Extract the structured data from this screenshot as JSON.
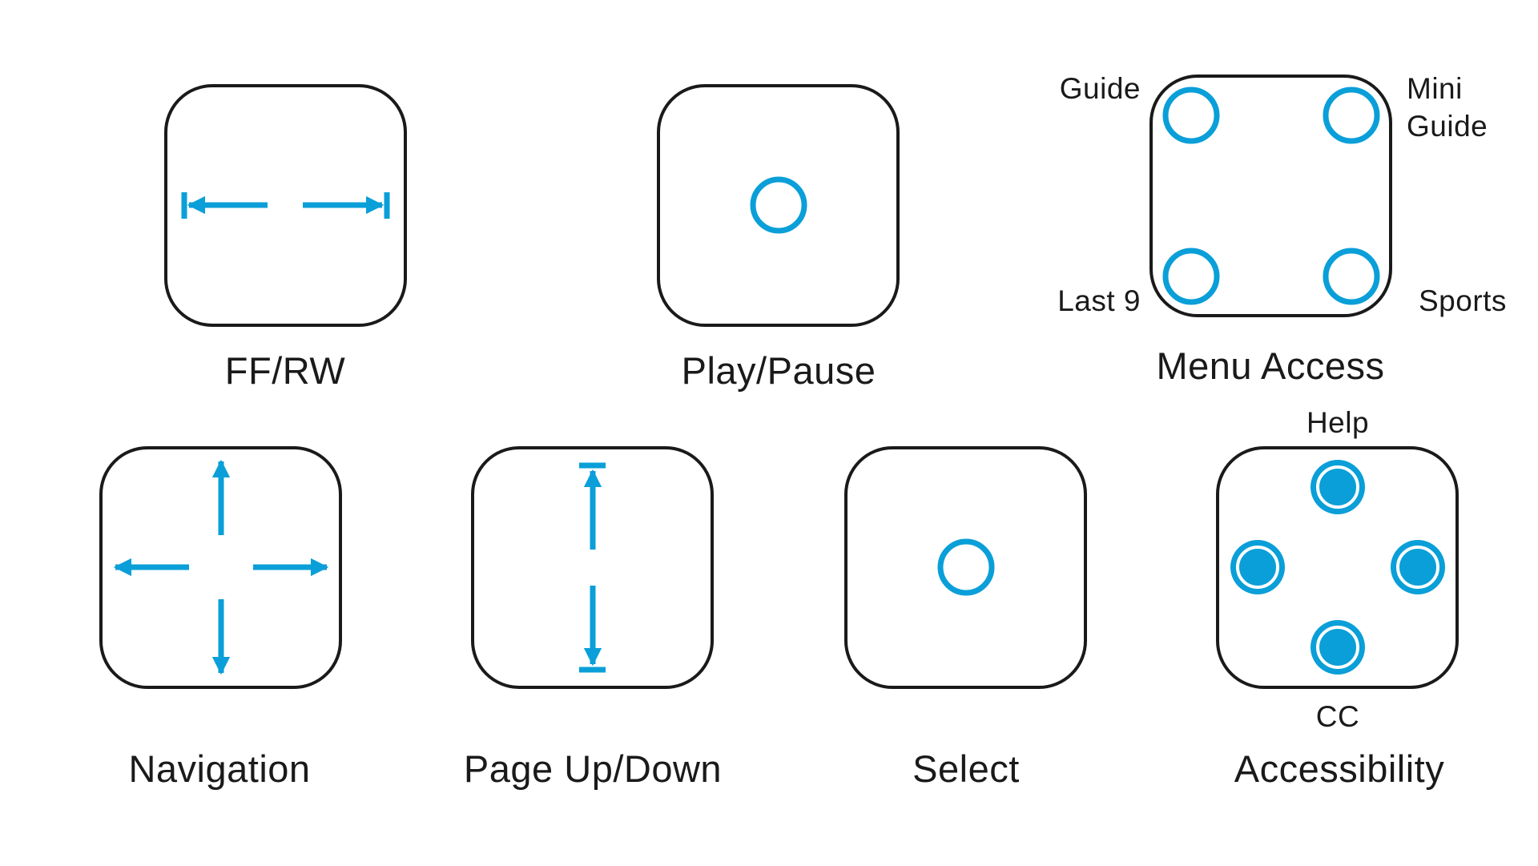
{
  "gestures": [
    {
      "id": "ff-rw",
      "label": "FF/RW",
      "icon": "horizontal-arrows-icon"
    },
    {
      "id": "play-pause",
      "label": "Play/Pause",
      "icon": "tap-circle-icon"
    },
    {
      "id": "menu-access",
      "label": "Menu Access",
      "icon": "corner-taps-icon",
      "corners": {
        "top_left": "Guide",
        "top_right_line1": "Mini",
        "top_right_line2": "Guide",
        "bottom_left": "Last 9",
        "bottom_right": "Sports"
      }
    },
    {
      "id": "navigation",
      "label": "Navigation",
      "icon": "four-way-arrows-icon"
    },
    {
      "id": "page-up-down",
      "label": "Page Up/Down",
      "icon": "vertical-arrows-icon"
    },
    {
      "id": "select",
      "label": "Select",
      "icon": "tap-circle-icon"
    },
    {
      "id": "accessibility",
      "label": "Accessibility",
      "icon": "four-dots-icon",
      "dots": {
        "top": "Help",
        "bottom": "CC"
      }
    }
  ],
  "colors": {
    "accent": "#0a9fd8",
    "outline": "#1a1a1a",
    "text": "#1a1a1a"
  }
}
